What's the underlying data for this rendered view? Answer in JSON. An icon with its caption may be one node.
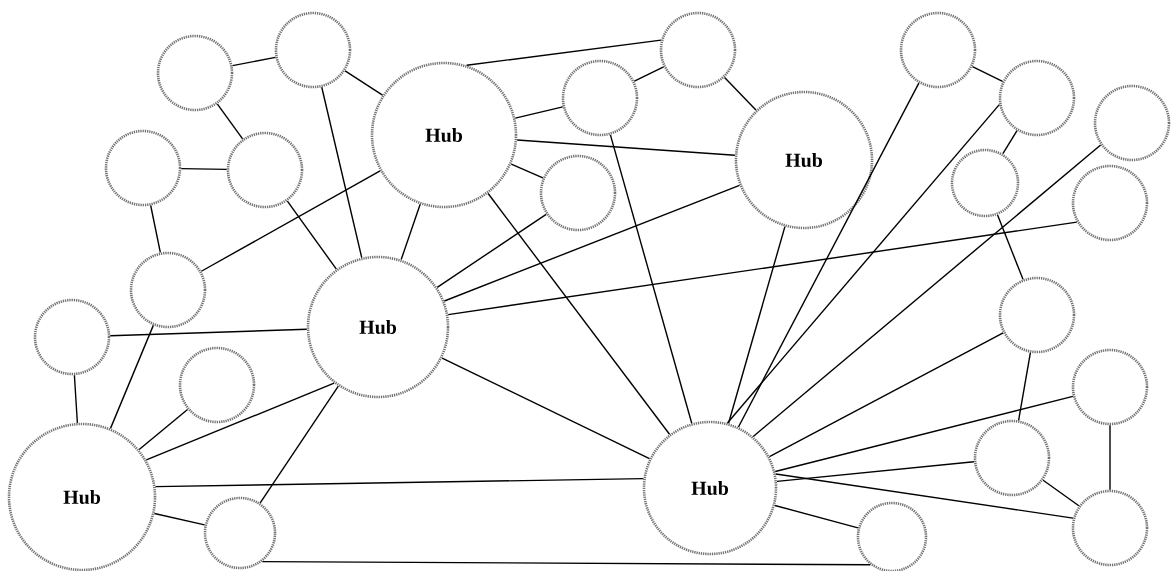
{
  "diagram": {
    "nodes": [
      {
        "text": [],
        "shape": "circle"
      },
      {
        "text": [],
        "shape": "circle"
      },
      {
        "text": [],
        "shape": "circle"
      },
      {
        "text": [],
        "shape": "circle"
      },
      {
        "text": [],
        "shape": "circle"
      },
      {
        "text": [],
        "shape": "circle"
      },
      {
        "text": [
          "Hub"
        ]
      },
      {
        "text": [],
        "shape": "circle"
      },
      {
        "text": [
          "Hub"
        ]
      },
      {
        "text": [],
        "shape": "circle"
      },
      {
        "text": [],
        "shape": "circle"
      },
      {
        "text": [],
        "shape": "circle"
      },
      {
        "text": [],
        "shape": "circle"
      },
      {
        "text": [],
        "shape": "circle"
      },
      {
        "text": [],
        "shape": "circle"
      },
      {
        "text": [
          "Hub"
        ]
      },
      {
        "text": [],
        "shape": "circle"
      },
      {
        "text": [],
        "shape": "circle"
      },
      {
        "text": [],
        "shape": "circle"
      },
      {
        "text": [],
        "shape": "circle"
      },
      {
        "text": [],
        "shape": "circle"
      },
      {
        "text": [
          "Hub"
        ]
      },
      {
        "text": [
          "Hub"
        ]
      },
      {
        "text": [],
        "shape": "circle"
      },
      {
        "text": [],
        "shape": "circle"
      },
      {
        "text": [],
        "shape": "circle"
      }
    ],
    "edges": [
      {
        "from": 3,
        "to": 0,
        "arrow": "none"
      },
      {
        "from": 3,
        "to": 10,
        "arrow": "none"
      },
      {
        "from": 9,
        "to": 10,
        "arrow": "none"
      },
      {
        "from": 9,
        "to": 14,
        "arrow": "none"
      },
      {
        "from": 0,
        "to": 6,
        "arrow": "none"
      },
      {
        "from": 0,
        "to": 15,
        "arrow": "none"
      },
      {
        "from": 10,
        "to": 15,
        "arrow": "none"
      },
      {
        "from": 14,
        "to": 6,
        "arrow": "none"
      },
      {
        "from": 6,
        "to": 1,
        "arrow": "none"
      },
      {
        "from": 6,
        "to": 4,
        "arrow": "none"
      },
      {
        "from": 6,
        "to": 8,
        "arrow": "none"
      },
      {
        "from": 6,
        "to": 11,
        "arrow": "none"
      },
      {
        "from": 6,
        "to": 15,
        "arrow": "none"
      },
      {
        "from": 6,
        "to": 22,
        "arrow": "none"
      },
      {
        "from": 4,
        "to": 1,
        "arrow": "none"
      },
      {
        "from": 4,
        "to": 22,
        "arrow": "none"
      },
      {
        "from": 1,
        "to": 8,
        "arrow": "none"
      },
      {
        "from": 11,
        "to": 15,
        "arrow": "none"
      },
      {
        "from": 8,
        "to": 15,
        "arrow": "none"
      },
      {
        "from": 15,
        "to": 13,
        "arrow": "none"
      },
      {
        "from": 15,
        "to": 16,
        "arrow": "none"
      },
      {
        "from": 15,
        "to": 21,
        "arrow": "none"
      },
      {
        "from": 15,
        "to": 23,
        "arrow": "none"
      },
      {
        "from": 15,
        "to": 22,
        "arrow": "none"
      },
      {
        "from": 14,
        "to": 21,
        "arrow": "none"
      },
      {
        "from": 16,
        "to": 21,
        "arrow": "none"
      },
      {
        "from": 18,
        "to": 21,
        "arrow": "none"
      },
      {
        "from": 21,
        "to": 22,
        "arrow": "none"
      },
      {
        "from": 21,
        "to": 23,
        "arrow": "none"
      },
      {
        "from": 23,
        "to": 24,
        "arrow": "none"
      },
      {
        "from": 22,
        "to": 24,
        "arrow": "none"
      },
      {
        "from": 22,
        "to": 25,
        "arrow": "none"
      },
      {
        "from": 22,
        "to": 20,
        "arrow": "none"
      },
      {
        "from": 22,
        "to": 19,
        "arrow": "none"
      },
      {
        "from": 22,
        "to": 17,
        "arrow": "none"
      },
      {
        "from": 22,
        "to": 8,
        "arrow": "none"
      },
      {
        "from": 22,
        "to": 2,
        "arrow": "none"
      },
      {
        "from": 22,
        "to": 5,
        "arrow": "none"
      },
      {
        "from": 22,
        "to": 7,
        "arrow": "none"
      },
      {
        "from": 2,
        "to": 5,
        "arrow": "none"
      },
      {
        "from": 5,
        "to": 12,
        "arrow": "none"
      },
      {
        "from": 12,
        "to": 17,
        "arrow": "none"
      },
      {
        "from": 17,
        "to": 20,
        "arrow": "none"
      },
      {
        "from": 20,
        "to": 25,
        "arrow": "none"
      },
      {
        "from": 19,
        "to": 25,
        "arrow": "none"
      }
    ]
  }
}
